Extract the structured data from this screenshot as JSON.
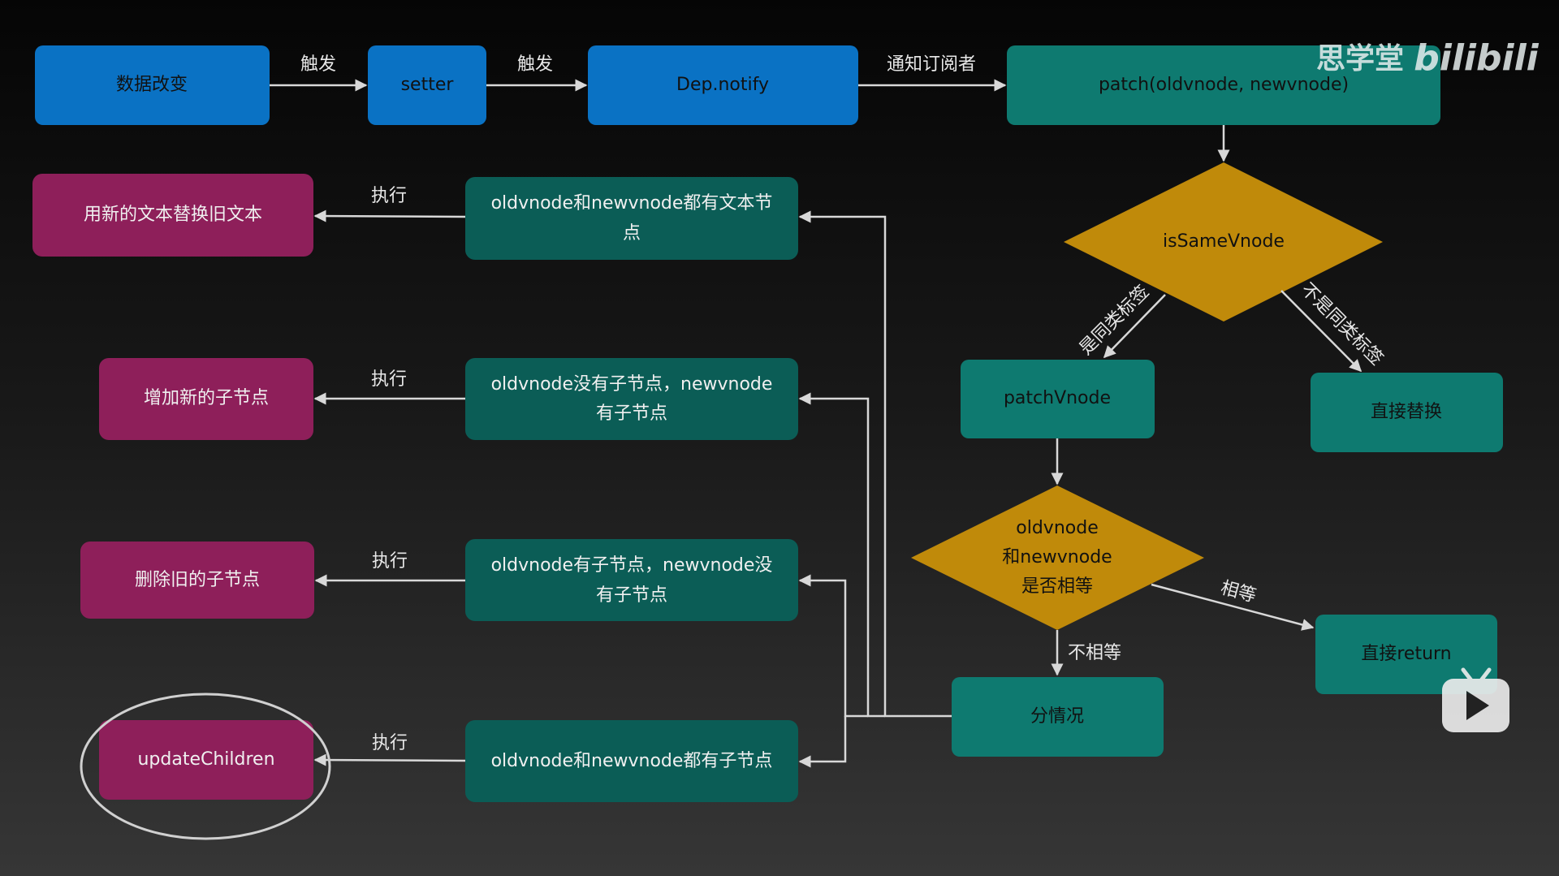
{
  "colors": {
    "blue": "#0a72c4",
    "teal": "#0e7a70",
    "teal_dark": "#0b5d56",
    "pink": "#8e1f5a",
    "gold": "#c08a0a"
  },
  "top_row": {
    "data_change": "数据改变",
    "setter": "setter",
    "dep_notify": "Dep.notify",
    "patch": "patch(oldvnode, newvnode)",
    "edge_trigger_1": "触发",
    "edge_trigger_2": "触发",
    "edge_notify": "通知订阅者"
  },
  "decision1": {
    "label": "isSameVnode",
    "yes": "是同类标签",
    "no": "不是同类标签"
  },
  "patch_vnode": "patchVnode",
  "replace": "直接替换",
  "decision2": {
    "line1": "oldvnode",
    "line2": "和newvnode",
    "line3": "是否相等",
    "equal": "相等",
    "not_equal": "不相等"
  },
  "direct_return": "直接return",
  "cases": "分情况",
  "conditions": [
    {
      "line1": "oldvnode和newvnode都有文本节",
      "line2": "点",
      "action": "用新的文本替换旧文本",
      "edge": "执行"
    },
    {
      "line1": "oldvnode没有子节点，newvnode",
      "line2": "有子节点",
      "action": "增加新的子节点",
      "edge": "执行"
    },
    {
      "line1": "oldvnode有子节点，newvnode没",
      "line2": "有子节点",
      "action": "删除旧的子节点",
      "edge": "执行"
    },
    {
      "line1": "oldvnode和newvnode都有子节点",
      "line2": "",
      "action": "updateChildren",
      "edge": "执行"
    }
  ],
  "watermark": {
    "channel": "思学堂",
    "brand": "bilibili"
  }
}
